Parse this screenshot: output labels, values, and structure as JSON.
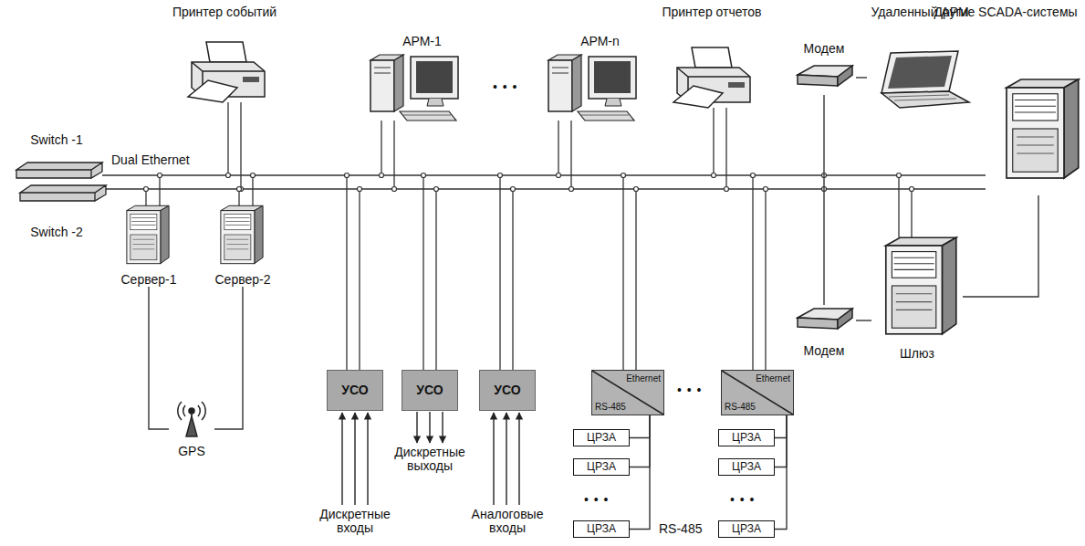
{
  "diagram": {
    "nodes": [
      {
        "text": [
          "Принтер событий"
        ]
      },
      {
        "text": [
          "АРМ-1"
        ]
      },
      {
        "text": [
          "АРМ-n"
        ]
      },
      {
        "text": [
          "Принтер отчетов"
        ]
      },
      {
        "text": [
          "Модем"
        ]
      },
      {
        "text": [
          "Удаленный АРМ"
        ]
      },
      {
        "text": [
          "Другие SCADA-системы"
        ]
      },
      {
        "text": [
          "Switch -1"
        ]
      },
      {
        "text": [
          "Switch -2"
        ]
      },
      {
        "text": [
          "Сервер-1"
        ]
      },
      {
        "text": [
          "Сервер-2"
        ]
      },
      {
        "text": [
          "GPS"
        ]
      },
      {
        "text": [
          "УСО"
        ]
      },
      {
        "text": [
          "УСО"
        ]
      },
      {
        "text": [
          "УСО"
        ]
      },
      {
        "text": [
          "Ethernet",
          "RS-485"
        ]
      },
      {
        "text": [
          "Ethernet",
          "RS-485"
        ]
      },
      {
        "text": [
          "ЦРЗА"
        ]
      },
      {
        "text": [
          "ЦРЗА"
        ]
      },
      {
        "text": [
          "ЦРЗА"
        ]
      },
      {
        "text": [
          "ЦРЗА"
        ]
      },
      {
        "text": [
          "ЦРЗА"
        ]
      },
      {
        "text": [
          "ЦРЗА"
        ]
      },
      {
        "text": [
          "Модем"
        ]
      },
      {
        "text": [
          "Шлюз"
        ]
      }
    ],
    "edges": [
      {
        "from": 9,
        "to": 11,
        "arrow": "none"
      },
      {
        "from": 10,
        "to": 11,
        "arrow": "none"
      },
      {
        "from": 4,
        "to": 5,
        "arrow": "none"
      },
      {
        "from": 4,
        "to": 23,
        "arrow": "none"
      },
      {
        "from": 23,
        "to": 24,
        "arrow": "none"
      },
      {
        "from": 24,
        "to": 6,
        "arrow": "none"
      },
      {
        "from": 15,
        "to": 17,
        "arrow": "none"
      },
      {
        "from": 15,
        "to": 18,
        "arrow": "none"
      },
      {
        "from": 15,
        "to": 19,
        "arrow": "none"
      },
      {
        "from": 16,
        "to": 20,
        "arrow": "none"
      },
      {
        "from": 16,
        "to": 21,
        "arrow": "none"
      },
      {
        "from": 16,
        "to": 22,
        "arrow": "none"
      }
    ],
    "labels": [
      "Dual Ethernet",
      "• • •",
      "Дискретные выходы",
      "Дискретные входы",
      "Аналоговые входы",
      "• • •",
      "• • •",
      "• • •",
      "RS-485"
    ]
  }
}
